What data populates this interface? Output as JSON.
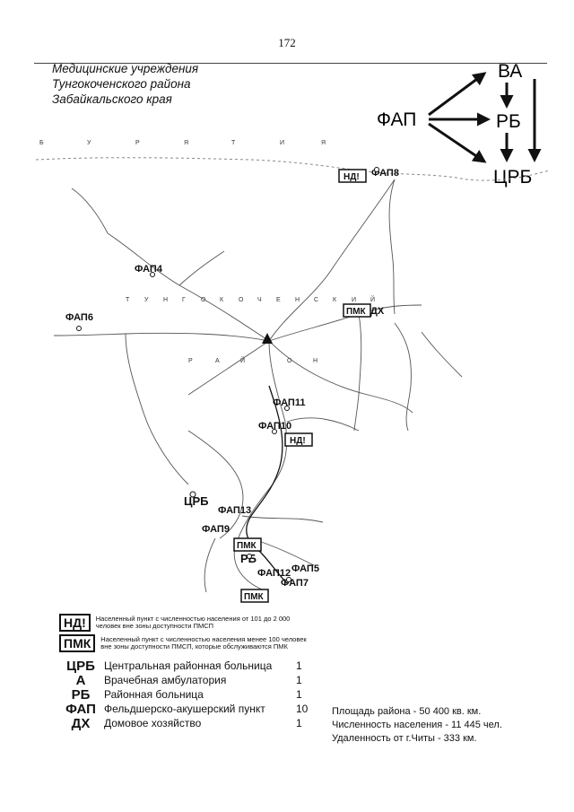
{
  "page_number": "172",
  "title_lines": [
    "Медицинские учреждения",
    "Тунгокоченского района",
    "Забайкальского края"
  ],
  "flow_diagram": {
    "nodes": {
      "fap": "ФАП",
      "va": "ВА",
      "rb": "РБ",
      "crb": "ЦРБ"
    }
  },
  "region_labels": {
    "buryatia": [
      "Б",
      "У",
      "Р",
      "Я",
      "Т",
      "И",
      "Я"
    ],
    "tungokochensky": [
      "Т",
      "У",
      "Н",
      "Г",
      "О",
      "К",
      "О",
      "Ч",
      "Е",
      "Н",
      "С",
      "К",
      "И",
      "Й"
    ],
    "raion": [
      "Р",
      "А",
      "Й",
      "О",
      "Н"
    ]
  },
  "map_labels": {
    "fap8": "ФАП8",
    "fap4": "ФАП4",
    "fap6": "ФАП6",
    "fap11": "ФАП11",
    "fap10": "ФАП10",
    "crb": "ЦРБ",
    "fap13": "ФАП13",
    "fap9": "ФАП9",
    "rb": "РБ",
    "fap5": "ФАП5",
    "fap7": "ФАП7",
    "fap12": "ФАП12",
    "nd1": "НД!",
    "nd2": "НД!",
    "pmk1": "ПМК",
    "pmk2": "ПМК",
    "pmk3": "ПМК",
    "dx": "ДХ"
  },
  "legend": {
    "nd_code": "НД!",
    "nd_desc": "Населенный пункт с численностью населения от 101 до 2 000 человек вне зоны доступности ПМСП",
    "pmk_code": "ПМК",
    "pmk_desc": "Населенный пункт с численностью населения менее 100 человек вне зоны доступности ПМСП, которые обслуживаются ПМК"
  },
  "abbreviations": [
    {
      "code": "ЦРБ",
      "name": "Центральная районная больница",
      "count": "1"
    },
    {
      "code": "А",
      "name": "Врачебная амбулатория",
      "count": "1"
    },
    {
      "code": "РБ",
      "name": "Районная больница",
      "count": "1"
    },
    {
      "code": "ФАП",
      "name": "Фельдшерско-акушерский пункт",
      "count": "10"
    },
    {
      "code": "ДХ",
      "name": "Домовое хозяйство",
      "count": "1"
    }
  ],
  "stats": [
    "Площадь района - 50 400 кв. км.",
    "Численность населения - 11 445 чел.",
    "Удаленность от г.Читы - 333 км."
  ]
}
